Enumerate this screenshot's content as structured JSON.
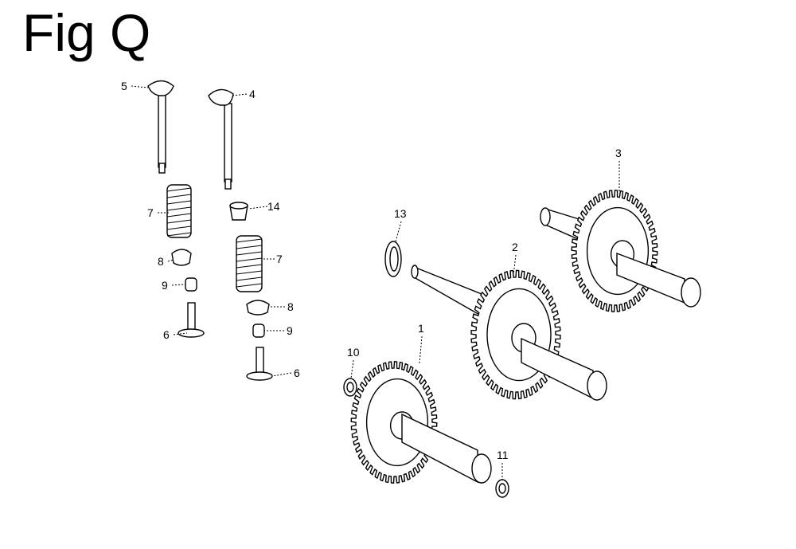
{
  "title": "Fig Q",
  "callouts": {
    "c5": "5",
    "c4": "4",
    "c7a": "7",
    "c14": "14",
    "c7b": "7",
    "c8a": "8",
    "c9a": "9",
    "c6a": "6",
    "c8b": "8",
    "c9b": "9",
    "c6b": "6",
    "c13": "13",
    "c2": "2",
    "c3": "3",
    "c1": "1",
    "c10": "10",
    "c11": "11"
  }
}
